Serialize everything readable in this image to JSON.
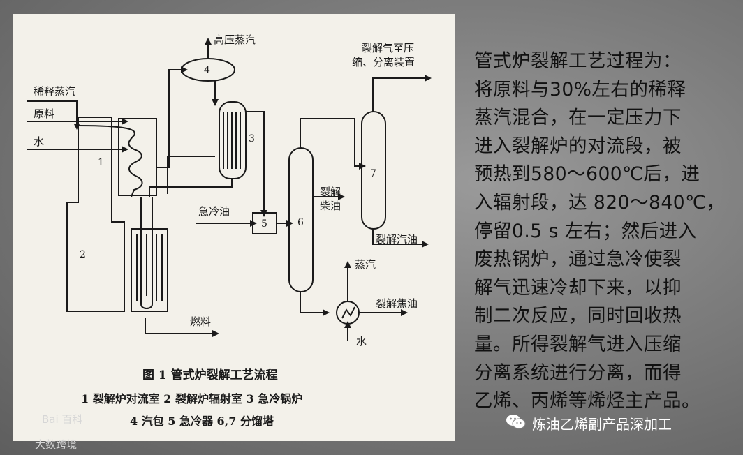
{
  "diagram": {
    "labels": {
      "steam_out": "高压蒸汽",
      "cracked_gas_l1": "裂解气至压",
      "cracked_gas_l2": "缩、分离装置",
      "dilution_steam": "稀释蒸汽",
      "feed": "原料",
      "water_in": "水",
      "quench_oil": "急冷油",
      "cracked_diesel_l1": "裂解",
      "cracked_diesel_l2": "柴油",
      "cracked_gasoline": "裂解汽油",
      "steam": "蒸汽",
      "cracked_tar": "裂解焦油",
      "water_bottom": "水",
      "fuel": "燃料"
    },
    "numbers": [
      "1",
      "2",
      "3",
      "4",
      "5",
      "6",
      "7"
    ],
    "caption": {
      "title": "图 1    管式炉裂解工艺流程",
      "line1": "1 裂解炉对流室   2 裂解炉辐射室   3 急冷锅炉",
      "line2": "4 汽包    5 急冷器    6,7 分馏塔"
    }
  },
  "description": [
    "管式炉裂解工艺过程为：",
    "将原料与30%左右的稀释",
    "蒸汽混合，在一定压力下",
    "进入裂解炉的对流段，被",
    "预热到580～600℃后，进",
    "入辐射段，达 820～840℃，",
    "停留0.5 s 左右；然后进入",
    "废热锅炉，通过急冷使裂",
    "解气迅速冷却下来，以抑",
    "制二次反应，同时回收热",
    "量。所得裂解气进入压缩",
    "分离系统进行分离，而得",
    "乙烯、丙烯等烯烃主产品。"
  ],
  "watermarks": {
    "baidu": "Bai 百科",
    "dashu": "大数跨境"
  },
  "footer": {
    "account": "炼油乙烯副产品深加工",
    "icon": "wechat-icon"
  }
}
